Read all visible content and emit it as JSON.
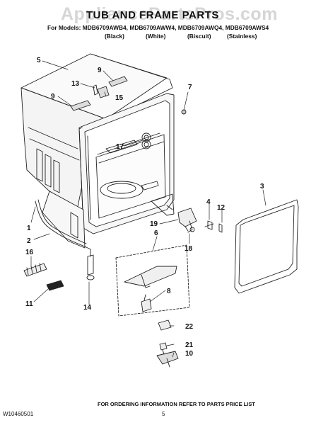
{
  "watermark": "AppliancePartsPros.com",
  "title": "TUB AND FRAME PARTS",
  "models_line": "For Models: MDB6709AWB4, MDB6709AWW4, MDB6709AWQ4, MDB6709AWS4",
  "colors": [
    "(Black)",
    "(White)",
    "(Biscuit)",
    "(Stainless)"
  ],
  "callouts": {
    "c5": "5",
    "c9a": "9",
    "c13": "13",
    "c15": "15",
    "c9b": "9",
    "c7": "7",
    "c17": "17",
    "c3": "3",
    "c4": "4",
    "c12": "12",
    "c19": "19",
    "c6": "6",
    "c18": "18",
    "c1": "1",
    "c2": "2",
    "c16": "16",
    "c11": "11",
    "c14": "14",
    "c8": "8",
    "c22": "22",
    "c21": "21",
    "c10": "10"
  },
  "footer": "FOR ORDERING INFORMATION REFER TO PARTS PRICE LIST",
  "doc_number": "W10460501",
  "page_number": "5"
}
